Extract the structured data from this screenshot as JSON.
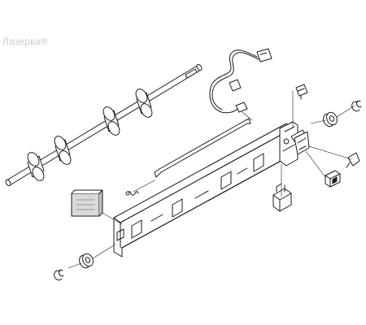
{
  "watermark": {
    "text": "Лазерка®",
    "color": "#c9c9c9"
  },
  "diagram": {
    "line_color": "#1a1a1a",
    "fill_color": "#ffffff",
    "shade_color": "#d9d9d9",
    "parts": [
      "feed-roller-shaft",
      "wire-harness",
      "sensor-connector",
      "actuator-lever",
      "small-spring",
      "paper-guide-frame",
      "foam-pad",
      "right-bushing",
      "right-e-ring",
      "left-bushing",
      "left-e-ring",
      "end-bracket",
      "sensor-block",
      "clip-part",
      "connector-module"
    ]
  }
}
